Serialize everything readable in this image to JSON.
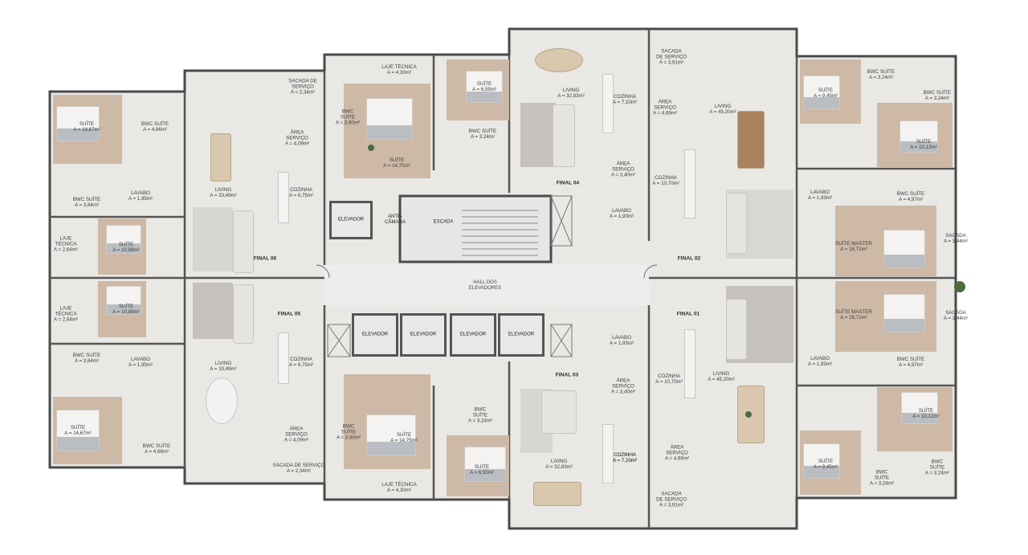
{
  "finals": [
    "FINAL 06",
    "FINAL 05",
    "FINAL 04",
    "FINAL 03",
    "FINAL 02",
    "FINAL 01"
  ],
  "core": {
    "elevador": "ELEVADOR",
    "ante_camara": [
      "ANTE-",
      "CÂMARA"
    ],
    "escada": "ESCADA",
    "hall": [
      "HALL DOS",
      "ELEVADORES"
    ]
  },
  "labels": {
    "f06_suite": [
      "SUÍTE",
      "A = 14,67m²"
    ],
    "f06_bwc": [
      "BWC SUÍTE",
      "A = 4,66m²"
    ],
    "f06_living": [
      "LIVING",
      "A = 33,49m²"
    ],
    "f06_sacada": [
      "SACADA DE",
      "SERVIÇO",
      "A = 2,34m²"
    ],
    "f06_area": [
      "ÁREA",
      "SERVIÇO",
      "A = 4,09m²"
    ],
    "f06_cozinha": [
      "COZINHA",
      "A = 6,75m²"
    ],
    "f06_bwc2": [
      "BWC SUÍTE",
      "A = 3,64m²"
    ],
    "f06_lavabo": [
      "LAVABO",
      "A = 1,95m²"
    ],
    "f06_laje": [
      "LAJE",
      "TÉCNICA",
      "A = 2,64m²"
    ],
    "f06_suite2": [
      "SUÍTE",
      "A = 10,88m²"
    ],
    "f05_laje": [
      "LAJE",
      "TÉCNICA",
      "A = 2,64m²"
    ],
    "f05_suite2": [
      "SUÍTE",
      "A = 10,88m²"
    ],
    "f05_bwc2": [
      "BWC SUÍTE",
      "A = 3,64m²"
    ],
    "f05_lavabo": [
      "LAVABO",
      "A = 1,95m²"
    ],
    "f05_living": [
      "LIVING",
      "A = 33,49m²"
    ],
    "f05_cozinha": [
      "COZINHA",
      "A = 6,75m²"
    ],
    "f05_suite": [
      "SUÍTE",
      "A = 14,67m²"
    ],
    "f05_bwc": [
      "BWC SUÍTE",
      "A = 4,66m²"
    ],
    "f05_area": [
      "ÁREA",
      "SERVIÇO",
      "A = 4,09m²"
    ],
    "f05_sacada": [
      "SACADA DE SERVIÇO",
      "A = 2,34m²"
    ],
    "f04_laje": [
      "LAJE TÉCNICA",
      "A = 4,30m²"
    ],
    "f04_bwc": [
      "BWC",
      "SUÍTE",
      "A = 3,90m²"
    ],
    "f04_suite": [
      "SUÍTE",
      "A = 14,75m²"
    ],
    "f04_suite2": [
      "SUÍTE",
      "A = 6,55m²"
    ],
    "f04_bwc2": [
      "BWC SUÍTE",
      "A = 3,24m²"
    ],
    "f04_living": [
      "LIVING",
      "A = 32,83m²"
    ],
    "f04_cozinha": [
      "COZINHA",
      "A = 7,10m²"
    ],
    "f03_bwc": [
      "BWC",
      "SUÍTE",
      "A = 3,90m²"
    ],
    "f03_suite": [
      "SUÍTE",
      "A = 14,75m²"
    ],
    "f03_bwc2": [
      "BWC",
      "SUÍTE",
      "A = 3,24m²"
    ],
    "f03_suite2": [
      "SUÍTE",
      "A = 6,55m²"
    ],
    "f03_living": [
      "LIVING",
      "A = 32,83m²"
    ],
    "f03_laje": [
      "LAJE TÉCNICA",
      "A = 4,30m²"
    ],
    "f03_cozinha": [
      "COZINHA",
      "A = 7,10m²"
    ],
    "f02_sacada": [
      "SACADA",
      "DE SERVIÇO",
      "A = 3,91m²"
    ],
    "f02_area": [
      "ÁREA",
      "SERVIÇO",
      "A = 4,69m²"
    ],
    "f02_living": [
      "LIVING",
      "A = 45,20m²"
    ],
    "f02_area2": [
      "ÁREA",
      "SERVIÇO",
      "A = 3,40m²"
    ],
    "f02_cozinha": [
      "COZINHA",
      "A = 10,70m²"
    ],
    "f02_lavabo": [
      "LAVABO",
      "A = 1,93m²"
    ],
    "f02_suite": [
      "SUÍTE",
      "A = 9,45m²"
    ],
    "f02_bwc": [
      "BWC SUÍTE",
      "A = 3,24m²"
    ],
    "f02_bwc2": [
      "BWC SUÍTE",
      "A = 3,24m²"
    ],
    "f02_suite2": [
      "SUÍTE",
      "A = 10,12m²"
    ],
    "f02_bwc3": [
      "BWC SUÍTE",
      "A = 4,97m²"
    ],
    "f02_lavabo2": [
      "LAVABO",
      "A = 1,93m²"
    ],
    "f02_master": [
      "SUÍTE MASTER",
      "A = 16,71m²"
    ],
    "f02_sacada2": [
      "SACADA",
      "A = 3,44m²"
    ],
    "f01_lavabo": [
      "LAVABO",
      "A = 1,93m²"
    ],
    "f01_area": [
      "ÁREA",
      "SERVIÇO",
      "A = 3,40m²"
    ],
    "f01_cozinha": [
      "COZINHA",
      "A = 10,70m²"
    ],
    "f01_living": [
      "LIVING",
      "A = 45,20m²"
    ],
    "f01_master": [
      "SUÍTE MASTER",
      "A = 16,71m²"
    ],
    "f01_sacada": [
      "SACADA",
      "A = 3,44m²"
    ],
    "f01_lavabo2": [
      "LAVABO",
      "A = 1,93m²"
    ],
    "f01_bwc": [
      "BWC SUÍTE",
      "A = 4,97m²"
    ],
    "f01_suite": [
      "SUÍTE",
      "A = 10,12m²"
    ],
    "f01_suite2": [
      "SUÍTE",
      "A = 9,45m²"
    ],
    "f01_bwc2": [
      "BWC",
      "SUÍTE",
      "A = 3,24m²"
    ],
    "f01_bwc3": [
      "BWC",
      "SUÍTE",
      "A = 3,24m²"
    ],
    "f01_area2": [
      "ÁREA",
      "SERVIÇO",
      "A = 4,69m²"
    ],
    "f01_cozinha2": [
      "COZINHA",
      "A = 7,10m²"
    ],
    "f01_sacada2": [
      "SACADA",
      "DE SERVIÇO",
      "A = 3,91m²"
    ]
  }
}
